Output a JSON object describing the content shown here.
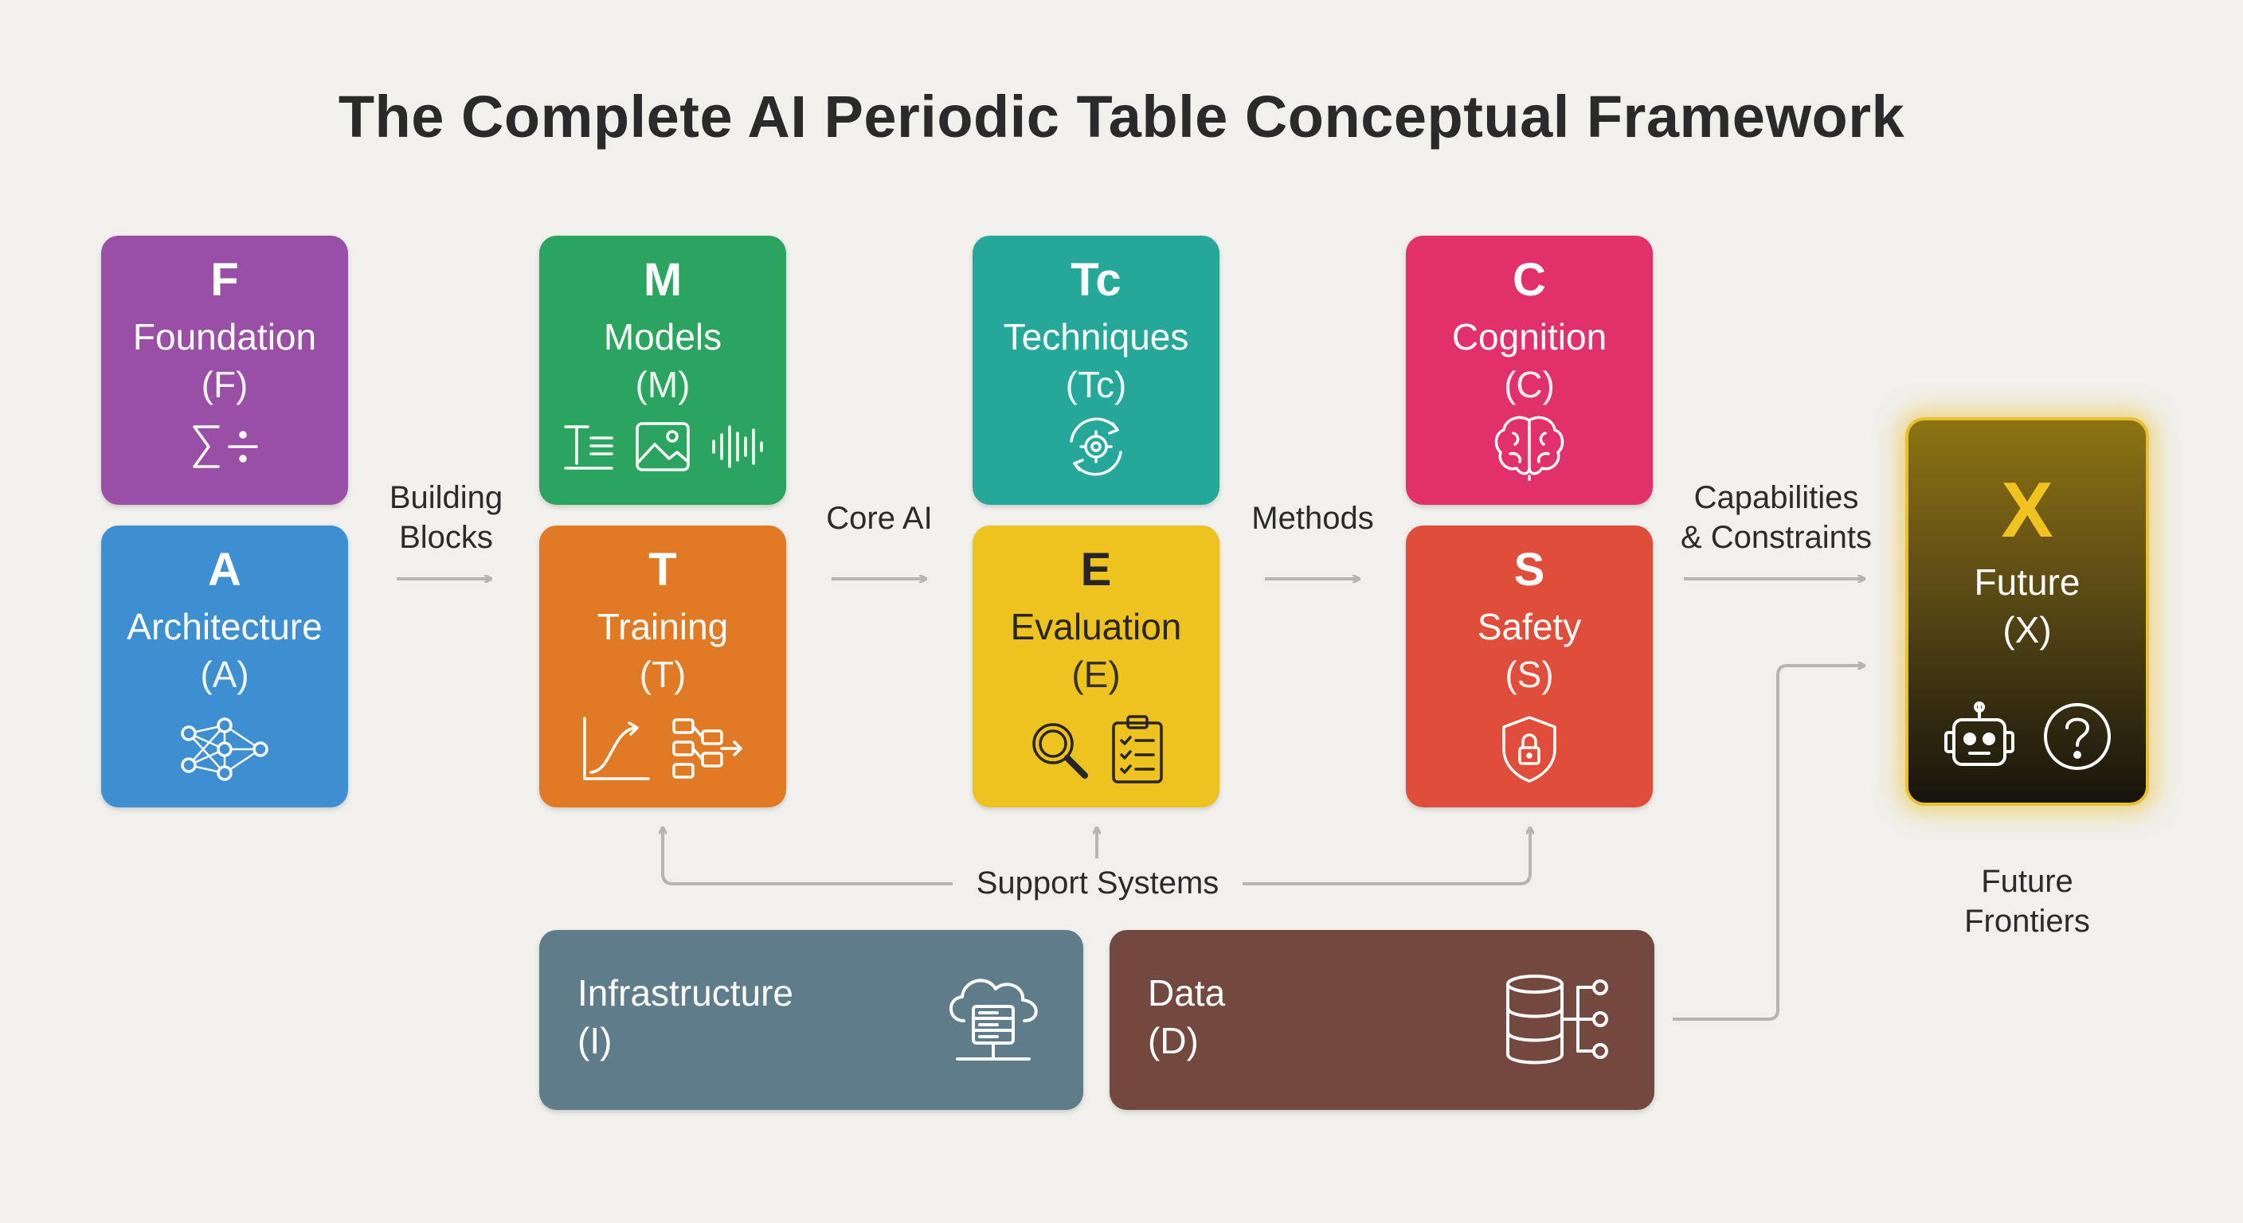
{
  "title": "The Complete AI Periodic Table Conceptual Framework",
  "tiles": {
    "foundation": {
      "symbol": "F",
      "name": "Foundation",
      "abbr": "(F)",
      "color": "#9a4fa6",
      "icon": "sum-divide-icon"
    },
    "architecture": {
      "symbol": "A",
      "name": "Architecture",
      "abbr": "(A)",
      "color": "#3d8fd1",
      "icon": "neural-network-icon"
    },
    "models": {
      "symbol": "M",
      "name": "Models",
      "abbr": "(M)",
      "color": "#2aa45e",
      "icons": [
        "text-icon",
        "image-icon",
        "audio-wave-icon"
      ]
    },
    "training": {
      "symbol": "T",
      "name": "Training",
      "abbr": "(T)",
      "color": "#e07a24",
      "icons": [
        "learning-curve-icon",
        "pipeline-icon"
      ]
    },
    "techniques": {
      "symbol": "Tc",
      "name": "Techniques",
      "abbr": "(Tc)",
      "color": "#25a899",
      "icon": "gear-cycle-icon"
    },
    "evaluation": {
      "symbol": "E",
      "name": "Evaluation",
      "abbr": "(E)",
      "color": "#eec21f",
      "icons": [
        "magnifier-icon",
        "checklist-icon"
      ]
    },
    "cognition": {
      "symbol": "C",
      "name": "Cognition",
      "abbr": "(C)",
      "color": "#e2306a",
      "icon": "brain-icon"
    },
    "safety": {
      "symbol": "S",
      "name": "Safety",
      "abbr": "(S)",
      "color": "#e14d3b",
      "icon": "shield-lock-icon"
    },
    "future": {
      "symbol": "X",
      "name": "Future",
      "abbr": "(X)",
      "color": "#e8c033",
      "icons": [
        "robot-icon",
        "question-icon"
      ]
    }
  },
  "wide": {
    "infrastructure": {
      "name": "Infrastructure",
      "abbr": "(I)",
      "color": "#5e7c8a",
      "icon": "cloud-server-icon"
    },
    "data": {
      "name": "Data",
      "abbr": "(D)",
      "color": "#73483f",
      "icon": "database-network-icon"
    }
  },
  "labels": {
    "building_blocks": [
      "Building",
      "Blocks"
    ],
    "core_ai": "Core AI",
    "methods": "Methods",
    "capabilities": [
      "Capabilities",
      "& Constraints"
    ],
    "support_systems": "Support Systems",
    "future_frontiers": [
      "Future",
      "Frontiers"
    ]
  },
  "colors": {
    "arrow": "#b5b5b2",
    "text": "#2b2b2b"
  }
}
